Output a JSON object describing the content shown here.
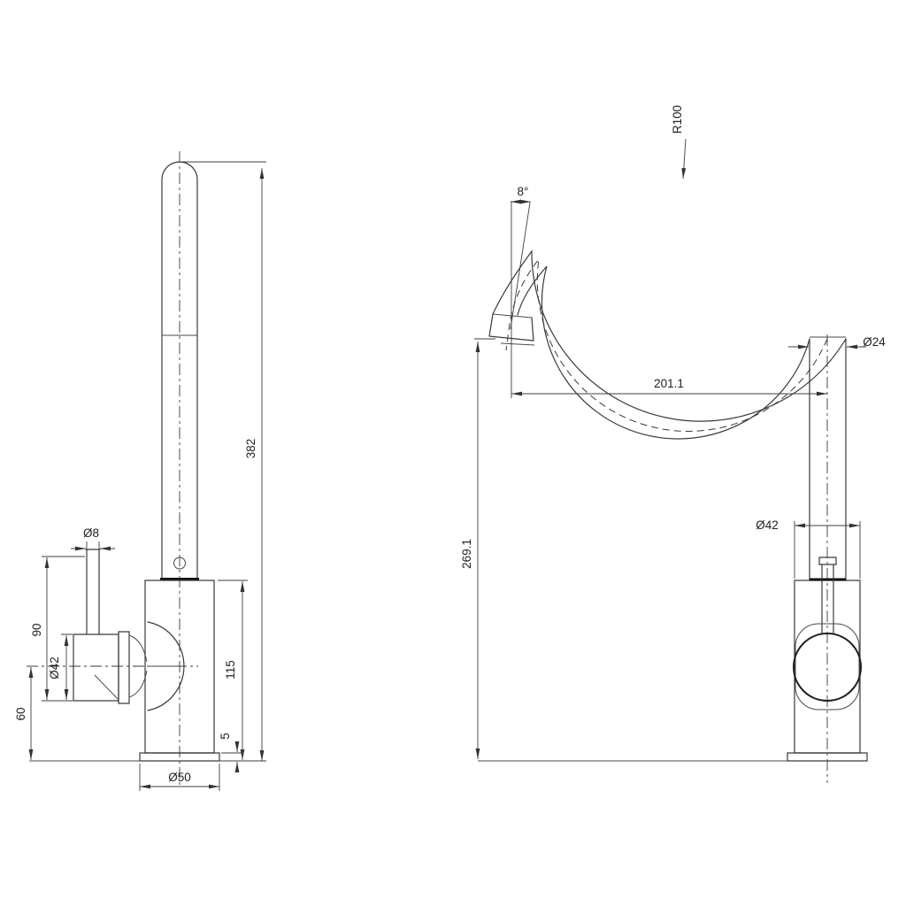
{
  "colors": {
    "line": "#3a3a3a",
    "background": "#ffffff"
  },
  "left_view": {
    "dim_overall_height": "382",
    "dim_lever_diameter": "Ø8",
    "dim_lever_height": "90",
    "dim_handle_diameter": "Ø42",
    "dim_handle_axis_height": "60",
    "dim_body_height": "115",
    "dim_base_plate_thickness": "5",
    "dim_base_diameter": "Ø50"
  },
  "right_view": {
    "dim_spout_bend_radius": "R100",
    "dim_outlet_angle": "8°",
    "dim_spout_tube_diameter": "Ø24",
    "dim_spout_reach": "201.1",
    "dim_outlet_height": "269.1",
    "dim_body_diameter": "Ø42"
  }
}
